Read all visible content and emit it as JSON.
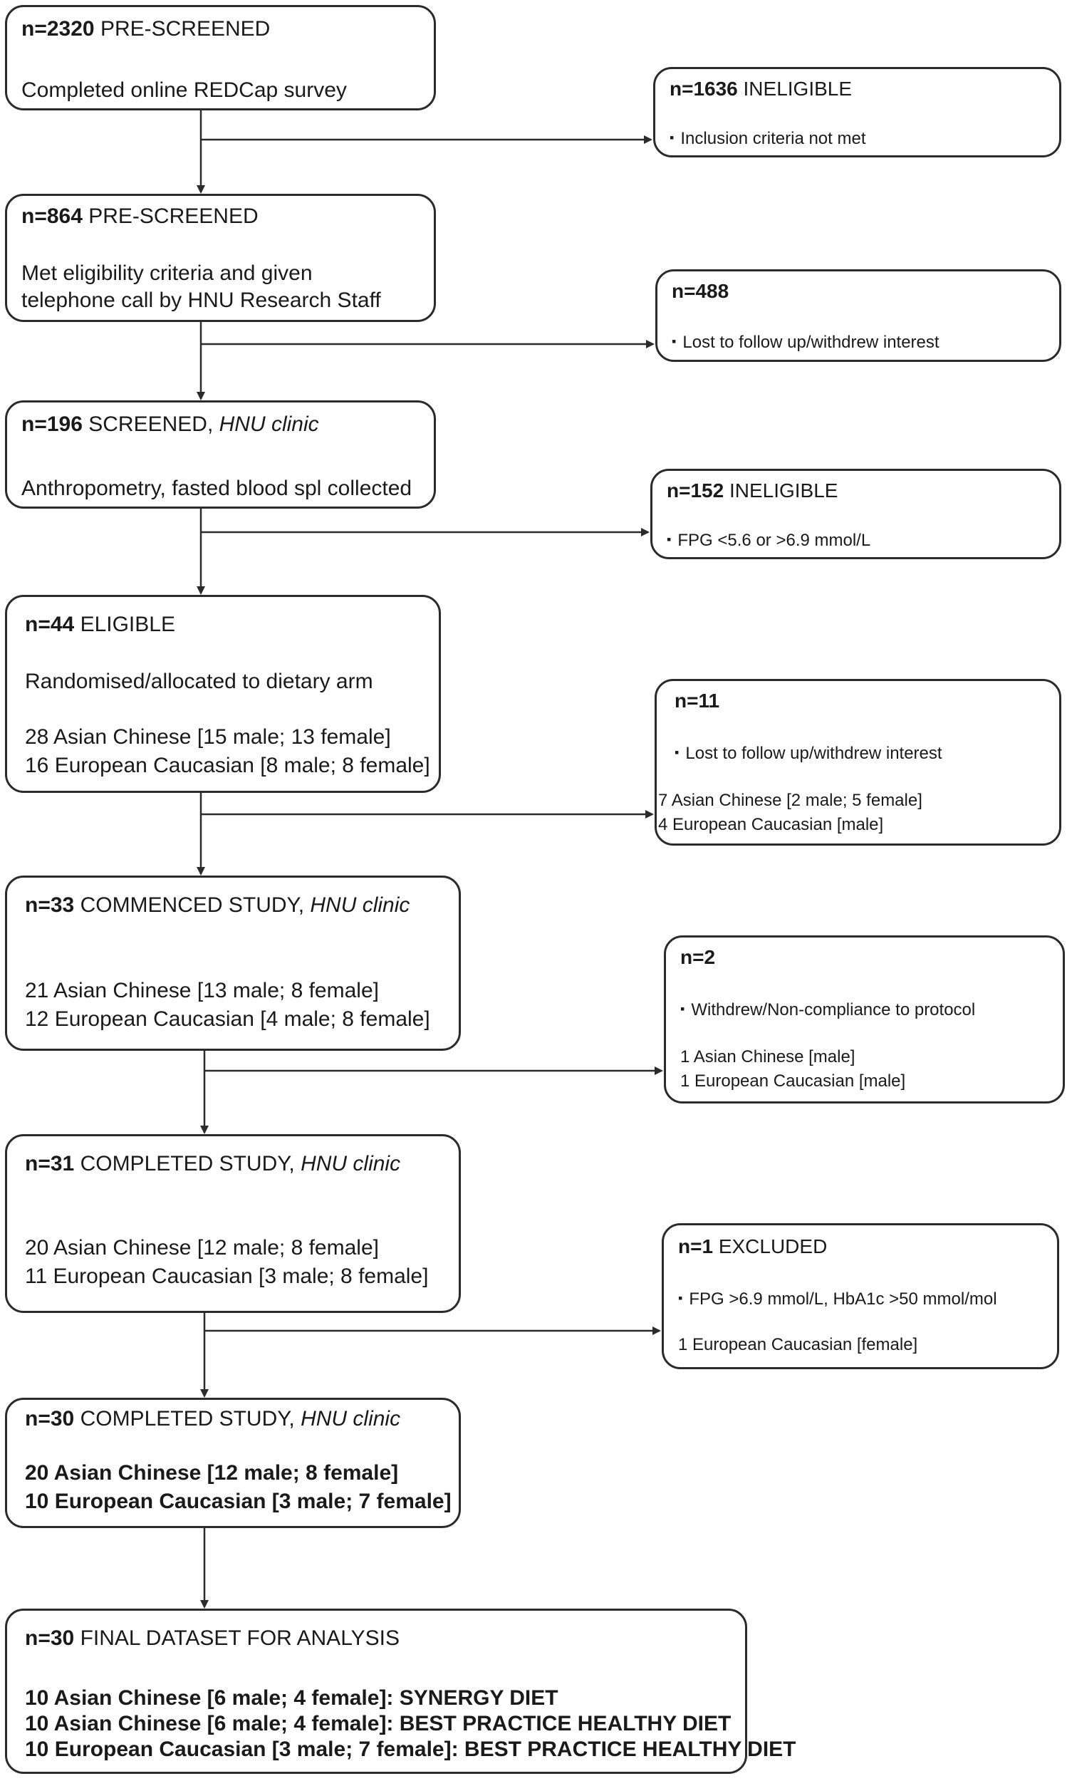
{
  "boxes": [
    {
      "head_n": "n=2320",
      "head_t": "PRE-SCREENED",
      "l1": "Completed online REDCap survey"
    },
    {
      "head_n": "n=864",
      "head_t": "PRE-SCREENED",
      "l1": "Met eligibility criteria and given",
      "l2": "telephone call by HNU Research Staff"
    },
    {
      "head_n": "n=196",
      "head_t": "SCREENED,",
      "head_i": "HNU clinic",
      "l1": "Anthropometry, fasted blood spl collected"
    },
    {
      "head_n": "n=44",
      "head_t": "ELIGIBLE",
      "l1": "Randomised/allocated to dietary arm",
      "l2": "28 Asian Chinese [15 male; 13 female]",
      "l3": "16 European Caucasian [8 male; 8 female]"
    },
    {
      "head_n": "n=33",
      "head_t": "COMMENCED STUDY,",
      "head_i": "HNU clinic",
      "l1": "21 Asian Chinese [13 male; 8 female]",
      "l2": "12 European Caucasian [4 male; 8 female]"
    },
    {
      "head_n": "n=31",
      "head_t": "COMPLETED STUDY,",
      "head_i": "HNU clinic",
      "l1": "20 Asian Chinese [12 male; 8 female]",
      "l2": "11 European Caucasian [3 male; 8 female]"
    },
    {
      "head_n": "n=30",
      "head_t": "COMPLETED STUDY,",
      "head_i": "HNU clinic",
      "l1": "20 Asian Chinese [12 male; 8 female]",
      "l2": "10 European Caucasian [3 male; 7 female]"
    },
    {
      "head_n": "n=30",
      "head_t": "FINAL DATASET FOR ANALYSIS",
      "l1": "10 Asian Chinese [6 male; 4 female]: SYNERGY DIET",
      "l2": "10 Asian Chinese [6 male; 4 female]: BEST PRACTICE HEALTHY DIET",
      "l3": "10 European Caucasian [3 male; 7 female]: BEST PRACTICE HEALTHY DIET"
    }
  ],
  "side": [
    {
      "head_n": "n=1636",
      "head_t": "INELIGIBLE",
      "bullet": "Inclusion criteria not met"
    },
    {
      "head_n": "n=488",
      "head_t": "",
      "bullet": "Lost to follow up/withdrew interest"
    },
    {
      "head_n": "n=152",
      "head_t": "INELIGIBLE",
      "bullet": "FPG <5.6 or >6.9 mmol/L"
    },
    {
      "head_n": "n=11",
      "head_t": "",
      "bullet": "Lost to follow up/withdrew interest",
      "l1": "7 Asian Chinese [2 male; 5 female]",
      "l2": "4 European Caucasian [male]"
    },
    {
      "head_n": "n=2",
      "head_t": "",
      "bullet": "Withdrew/Non-compliance to protocol",
      "l1": "1 Asian Chinese [male]",
      "l2": "1 European Caucasian [male]"
    },
    {
      "head_n": "n=1",
      "head_t": "EXCLUDED",
      "bullet": "FPG >6.9 mmol/L, HbA1c >50 mmol/mol",
      "l1": "1 European Caucasian [female]"
    }
  ]
}
